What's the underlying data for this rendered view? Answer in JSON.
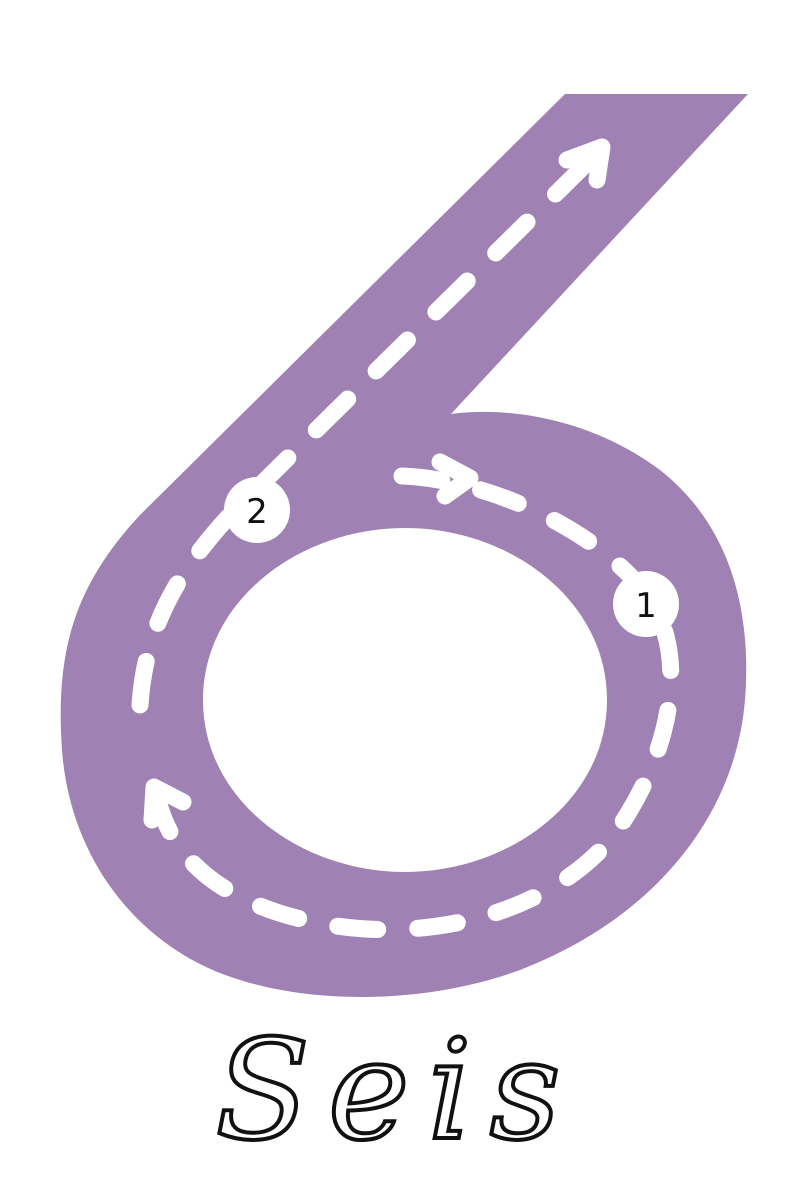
{
  "worksheet": {
    "title_word": "Seis",
    "stroke_steps": [
      {
        "label": "1"
      },
      {
        "label": "2"
      }
    ]
  },
  "colors": {
    "road": "#9f82b3",
    "dash": "#ffffff",
    "text": "#111111",
    "background": "#ffffff"
  },
  "icons": {
    "direction_arrow": "arrow-icon"
  }
}
